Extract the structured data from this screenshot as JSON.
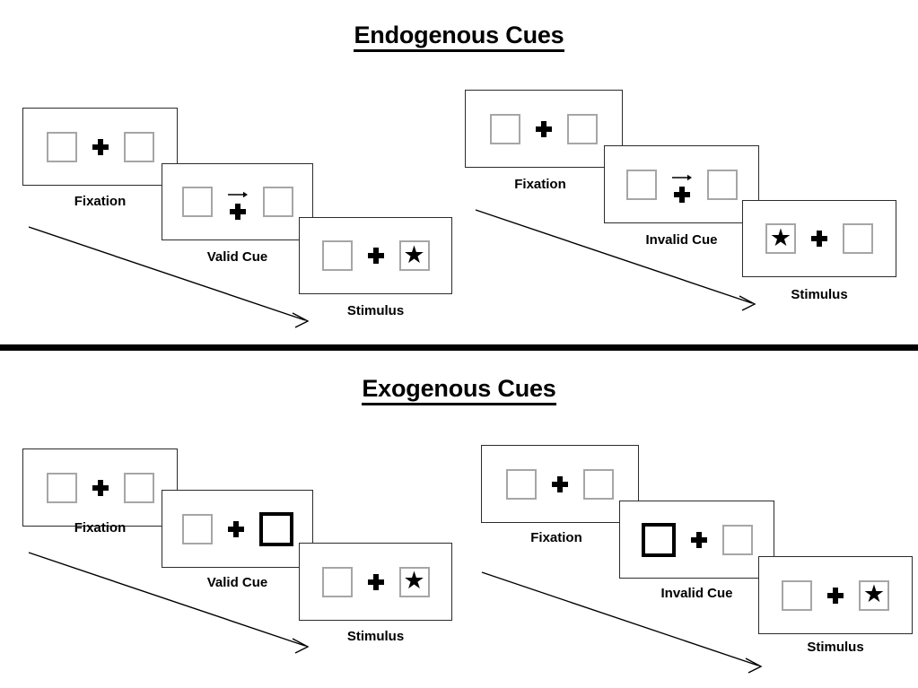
{
  "figure": {
    "sections": [
      {
        "id": "endogenous",
        "title": "Endogenous Cues",
        "sequences": [
          {
            "id": "endogenous-valid",
            "frames": [
              {
                "caption": "Fixation",
                "cue_type": "none",
                "left_box": {
                  "style": "normal",
                  "content": ""
                },
                "right_box": {
                  "style": "normal",
                  "content": ""
                }
              },
              {
                "caption": "Valid Cue",
                "cue_type": "arrow-right",
                "left_box": {
                  "style": "normal",
                  "content": ""
                },
                "right_box": {
                  "style": "normal",
                  "content": ""
                }
              },
              {
                "caption": "Stimulus",
                "cue_type": "none",
                "left_box": {
                  "style": "normal",
                  "content": ""
                },
                "right_box": {
                  "style": "normal",
                  "content": "★"
                }
              }
            ]
          },
          {
            "id": "endogenous-invalid",
            "frames": [
              {
                "caption": "Fixation",
                "cue_type": "none",
                "left_box": {
                  "style": "normal",
                  "content": ""
                },
                "right_box": {
                  "style": "normal",
                  "content": ""
                }
              },
              {
                "caption": "Invalid Cue",
                "cue_type": "arrow-right",
                "left_box": {
                  "style": "normal",
                  "content": ""
                },
                "right_box": {
                  "style": "normal",
                  "content": ""
                }
              },
              {
                "caption": "Stimulus",
                "cue_type": "none",
                "left_box": {
                  "style": "normal",
                  "content": "★"
                },
                "right_box": {
                  "style": "normal",
                  "content": ""
                }
              }
            ]
          }
        ]
      },
      {
        "id": "exogenous",
        "title": "Exogenous Cues",
        "sequences": [
          {
            "id": "exogenous-valid",
            "frames": [
              {
                "caption": "Fixation",
                "cue_type": "none",
                "left_box": {
                  "style": "normal",
                  "content": ""
                },
                "right_box": {
                  "style": "normal",
                  "content": ""
                }
              },
              {
                "caption": "Valid Cue",
                "cue_type": "none",
                "left_box": {
                  "style": "normal",
                  "content": ""
                },
                "right_box": {
                  "style": "bold",
                  "content": ""
                }
              },
              {
                "caption": "Stimulus",
                "cue_type": "none",
                "left_box": {
                  "style": "normal",
                  "content": ""
                },
                "right_box": {
                  "style": "normal",
                  "content": "★"
                }
              }
            ]
          },
          {
            "id": "exogenous-invalid",
            "frames": [
              {
                "caption": "Fixation",
                "cue_type": "none",
                "left_box": {
                  "style": "normal",
                  "content": ""
                },
                "right_box": {
                  "style": "normal",
                  "content": ""
                }
              },
              {
                "caption": "Invalid Cue",
                "cue_type": "none",
                "left_box": {
                  "style": "bold",
                  "content": ""
                },
                "right_box": {
                  "style": "normal",
                  "content": ""
                }
              },
              {
                "caption": "Stimulus",
                "cue_type": "none",
                "left_box": {
                  "style": "normal",
                  "content": ""
                },
                "right_box": {
                  "style": "normal",
                  "content": "★"
                }
              }
            ]
          }
        ]
      }
    ],
    "icons": {
      "star": "star-icon",
      "cross": "fixation-cross-icon",
      "cue_arrow": "arrow-right-icon",
      "time_arrow": "time-flow-arrow-icon"
    },
    "colors": {
      "background": "#ffffff",
      "ink": "#000000",
      "panel_border": "#2b2b2b",
      "box_border": "#a6a6a6",
      "cued_box_border": "#000000",
      "divider": "#000000"
    }
  }
}
